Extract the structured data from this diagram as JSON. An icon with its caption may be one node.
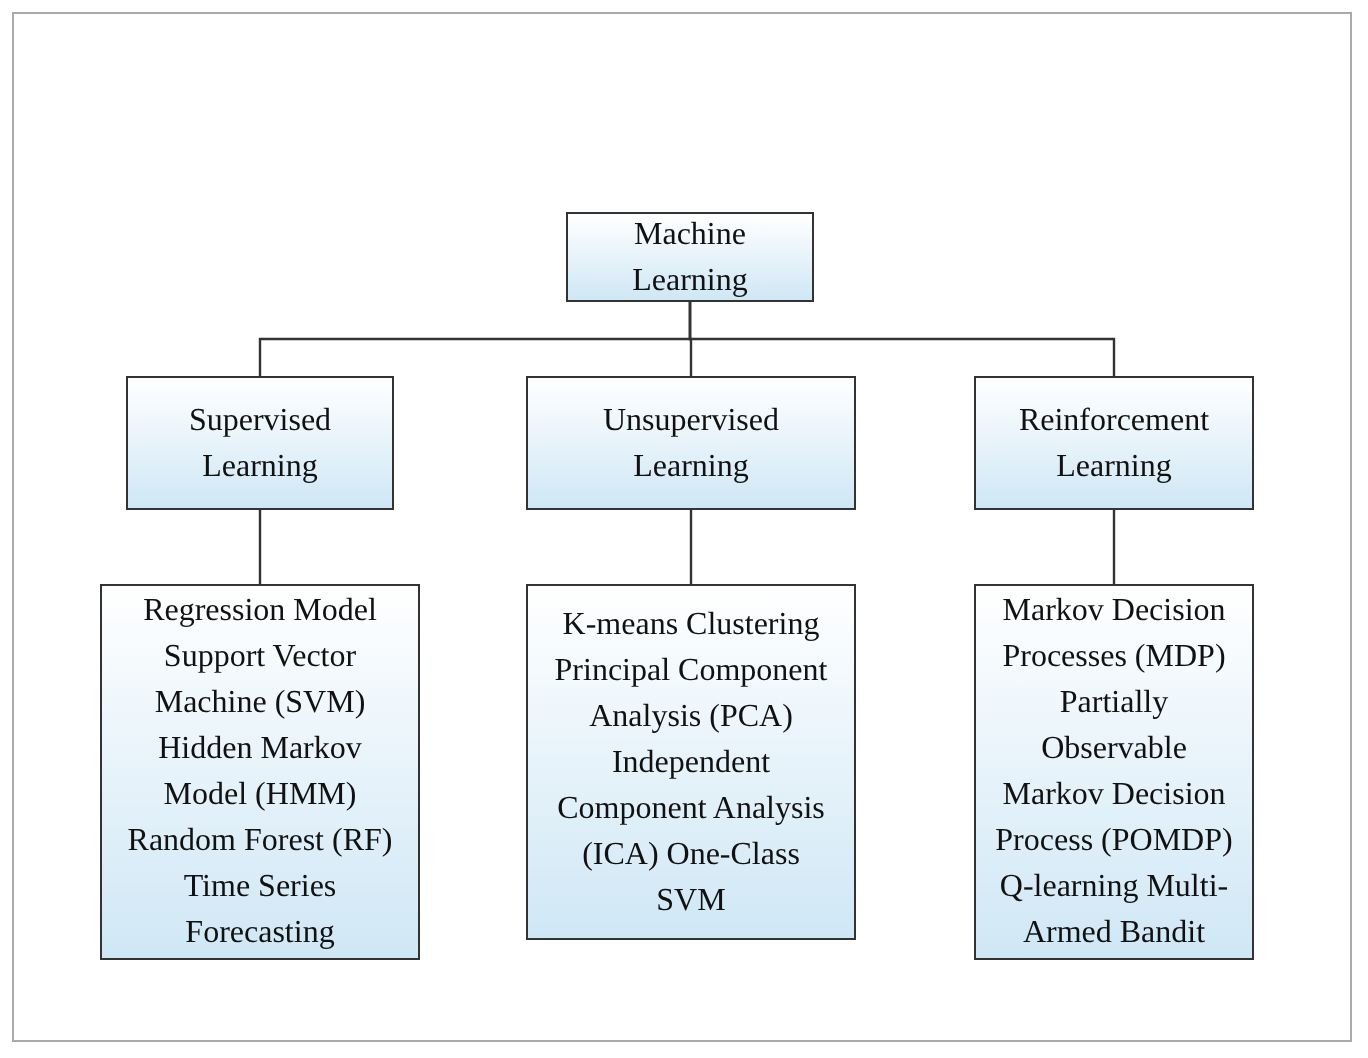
{
  "diagram": {
    "nodes": [
      {
        "text": [
          "Machine Learning"
        ]
      },
      {
        "text": [
          "Supervised Learning"
        ]
      },
      {
        "text": [
          "Unsupervised Learning"
        ]
      },
      {
        "text": [
          "Reinforcement Learning"
        ]
      },
      {
        "text": [
          "Regression Model Support Vector Machine (SVM) Hidden Markov Model (HMM) Random Forest (RF) Time Series Forecasting"
        ]
      },
      {
        "text": [
          "K-means Clustering Principal Component Analysis (PCA) Independent Component Analysis (ICA) One-Class SVM"
        ]
      },
      {
        "text": [
          "Markov Decision Processes (MDP) Partially Observable Markov Decision Process (POMDP) Q-learning Multi-Armed Bandit"
        ]
      }
    ],
    "edges": [
      {
        "from": 0,
        "to": 1,
        "arrow": "none"
      },
      {
        "from": 0,
        "to": 2,
        "arrow": "none"
      },
      {
        "from": 0,
        "to": 3,
        "arrow": "none"
      },
      {
        "from": 1,
        "to": 4,
        "arrow": "none"
      },
      {
        "from": 2,
        "to": 5,
        "arrow": "none"
      },
      {
        "from": 3,
        "to": 6,
        "arrow": "none"
      }
    ]
  }
}
